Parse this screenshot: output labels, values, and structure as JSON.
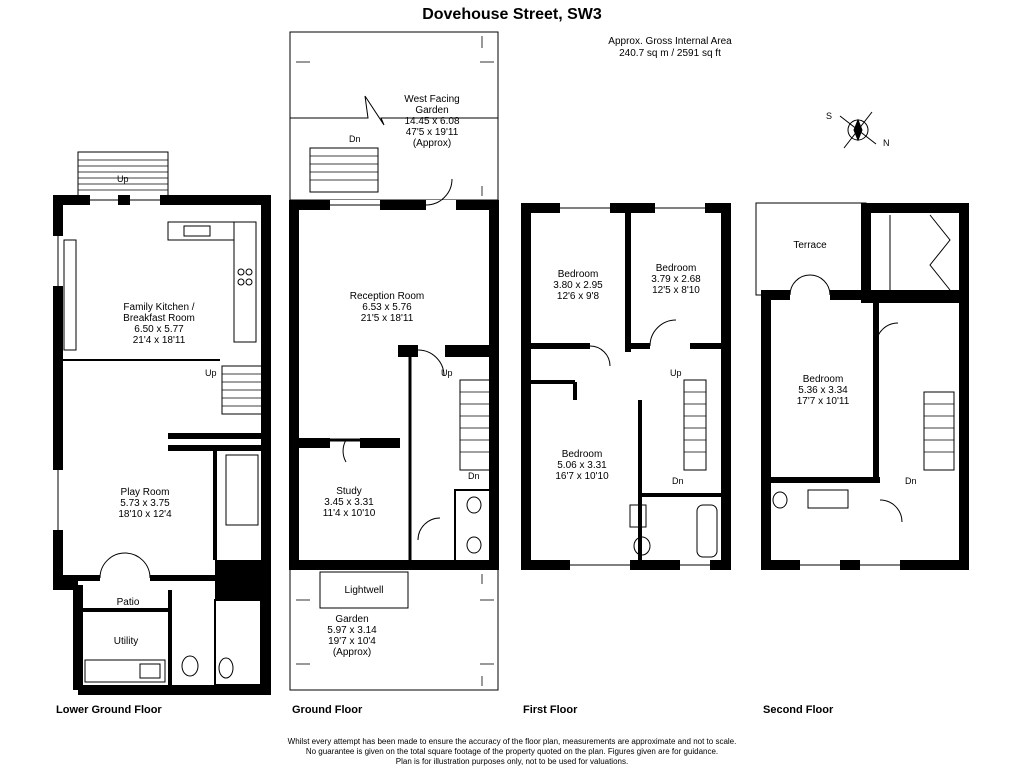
{
  "title": "Dovehouse Street, SW3",
  "area": {
    "line1": "Approx. Gross Internal Area",
    "line2": "240.7 sq m / 2591 sq ft"
  },
  "floors": {
    "lower_ground": "Lower Ground Floor",
    "ground": "Ground Floor",
    "first": "First Floor",
    "second": "Second Floor"
  },
  "rooms": {
    "family_kitchen": {
      "name1": "Family Kitchen /",
      "name2": "Breakfast Room",
      "metric": "6.50 x 5.77",
      "imperial": "21'4 x 18'11"
    },
    "play_room": {
      "name": "Play Room",
      "metric": "5.73 x 3.75",
      "imperial": "18'10 x 12'4"
    },
    "patio": {
      "name": "Patio"
    },
    "utility": {
      "name": "Utility"
    },
    "west_garden": {
      "name1": "West Facing",
      "name2": "Garden",
      "metric": "14.45 x 6.08",
      "imperial": "47'5 x 19'11",
      "note": "(Approx)"
    },
    "reception": {
      "name": "Reception Room",
      "metric": "6.53 x 5.76",
      "imperial": "21'5 x 18'11"
    },
    "study": {
      "name": "Study",
      "metric": "3.45 x 3.31",
      "imperial": "11'4 x 10'10"
    },
    "lightwell": {
      "name": "Lightwell"
    },
    "garden": {
      "name": "Garden",
      "metric": "5.97 x 3.14",
      "imperial": "19'7 x 10'4",
      "note": "(Approx)"
    },
    "bed1": {
      "name": "Bedroom",
      "metric": "3.80 x 2.95",
      "imperial": "12'6 x 9'8"
    },
    "bed2": {
      "name": "Bedroom",
      "metric": "3.79 x 2.68",
      "imperial": "12'5 x 8'10"
    },
    "bed3": {
      "name": "Bedroom",
      "metric": "5.06 x 3.31",
      "imperial": "16'7 x 10'10"
    },
    "terrace": {
      "name": "Terrace"
    },
    "bed4": {
      "name": "Bedroom",
      "metric": "5.36 x 3.34",
      "imperial": "17'7 x 10'11"
    }
  },
  "stair_labels": {
    "up": "Up",
    "dn": "Dn"
  },
  "compass": {
    "s": "S",
    "n": "N"
  },
  "disclaimer": {
    "line1": "Whilst every attempt has been made to ensure the accuracy of the floor plan, measurements are approximate and not to scale.",
    "line2": "No guarantee is given on the total square footage of the property quoted on the plan. Figures given are for guidance.",
    "line3": "Plan is for illustration purposes only, not to be used for valuations."
  },
  "colors": {
    "wall": "#000000",
    "line": "#222222",
    "background": "#ffffff"
  }
}
